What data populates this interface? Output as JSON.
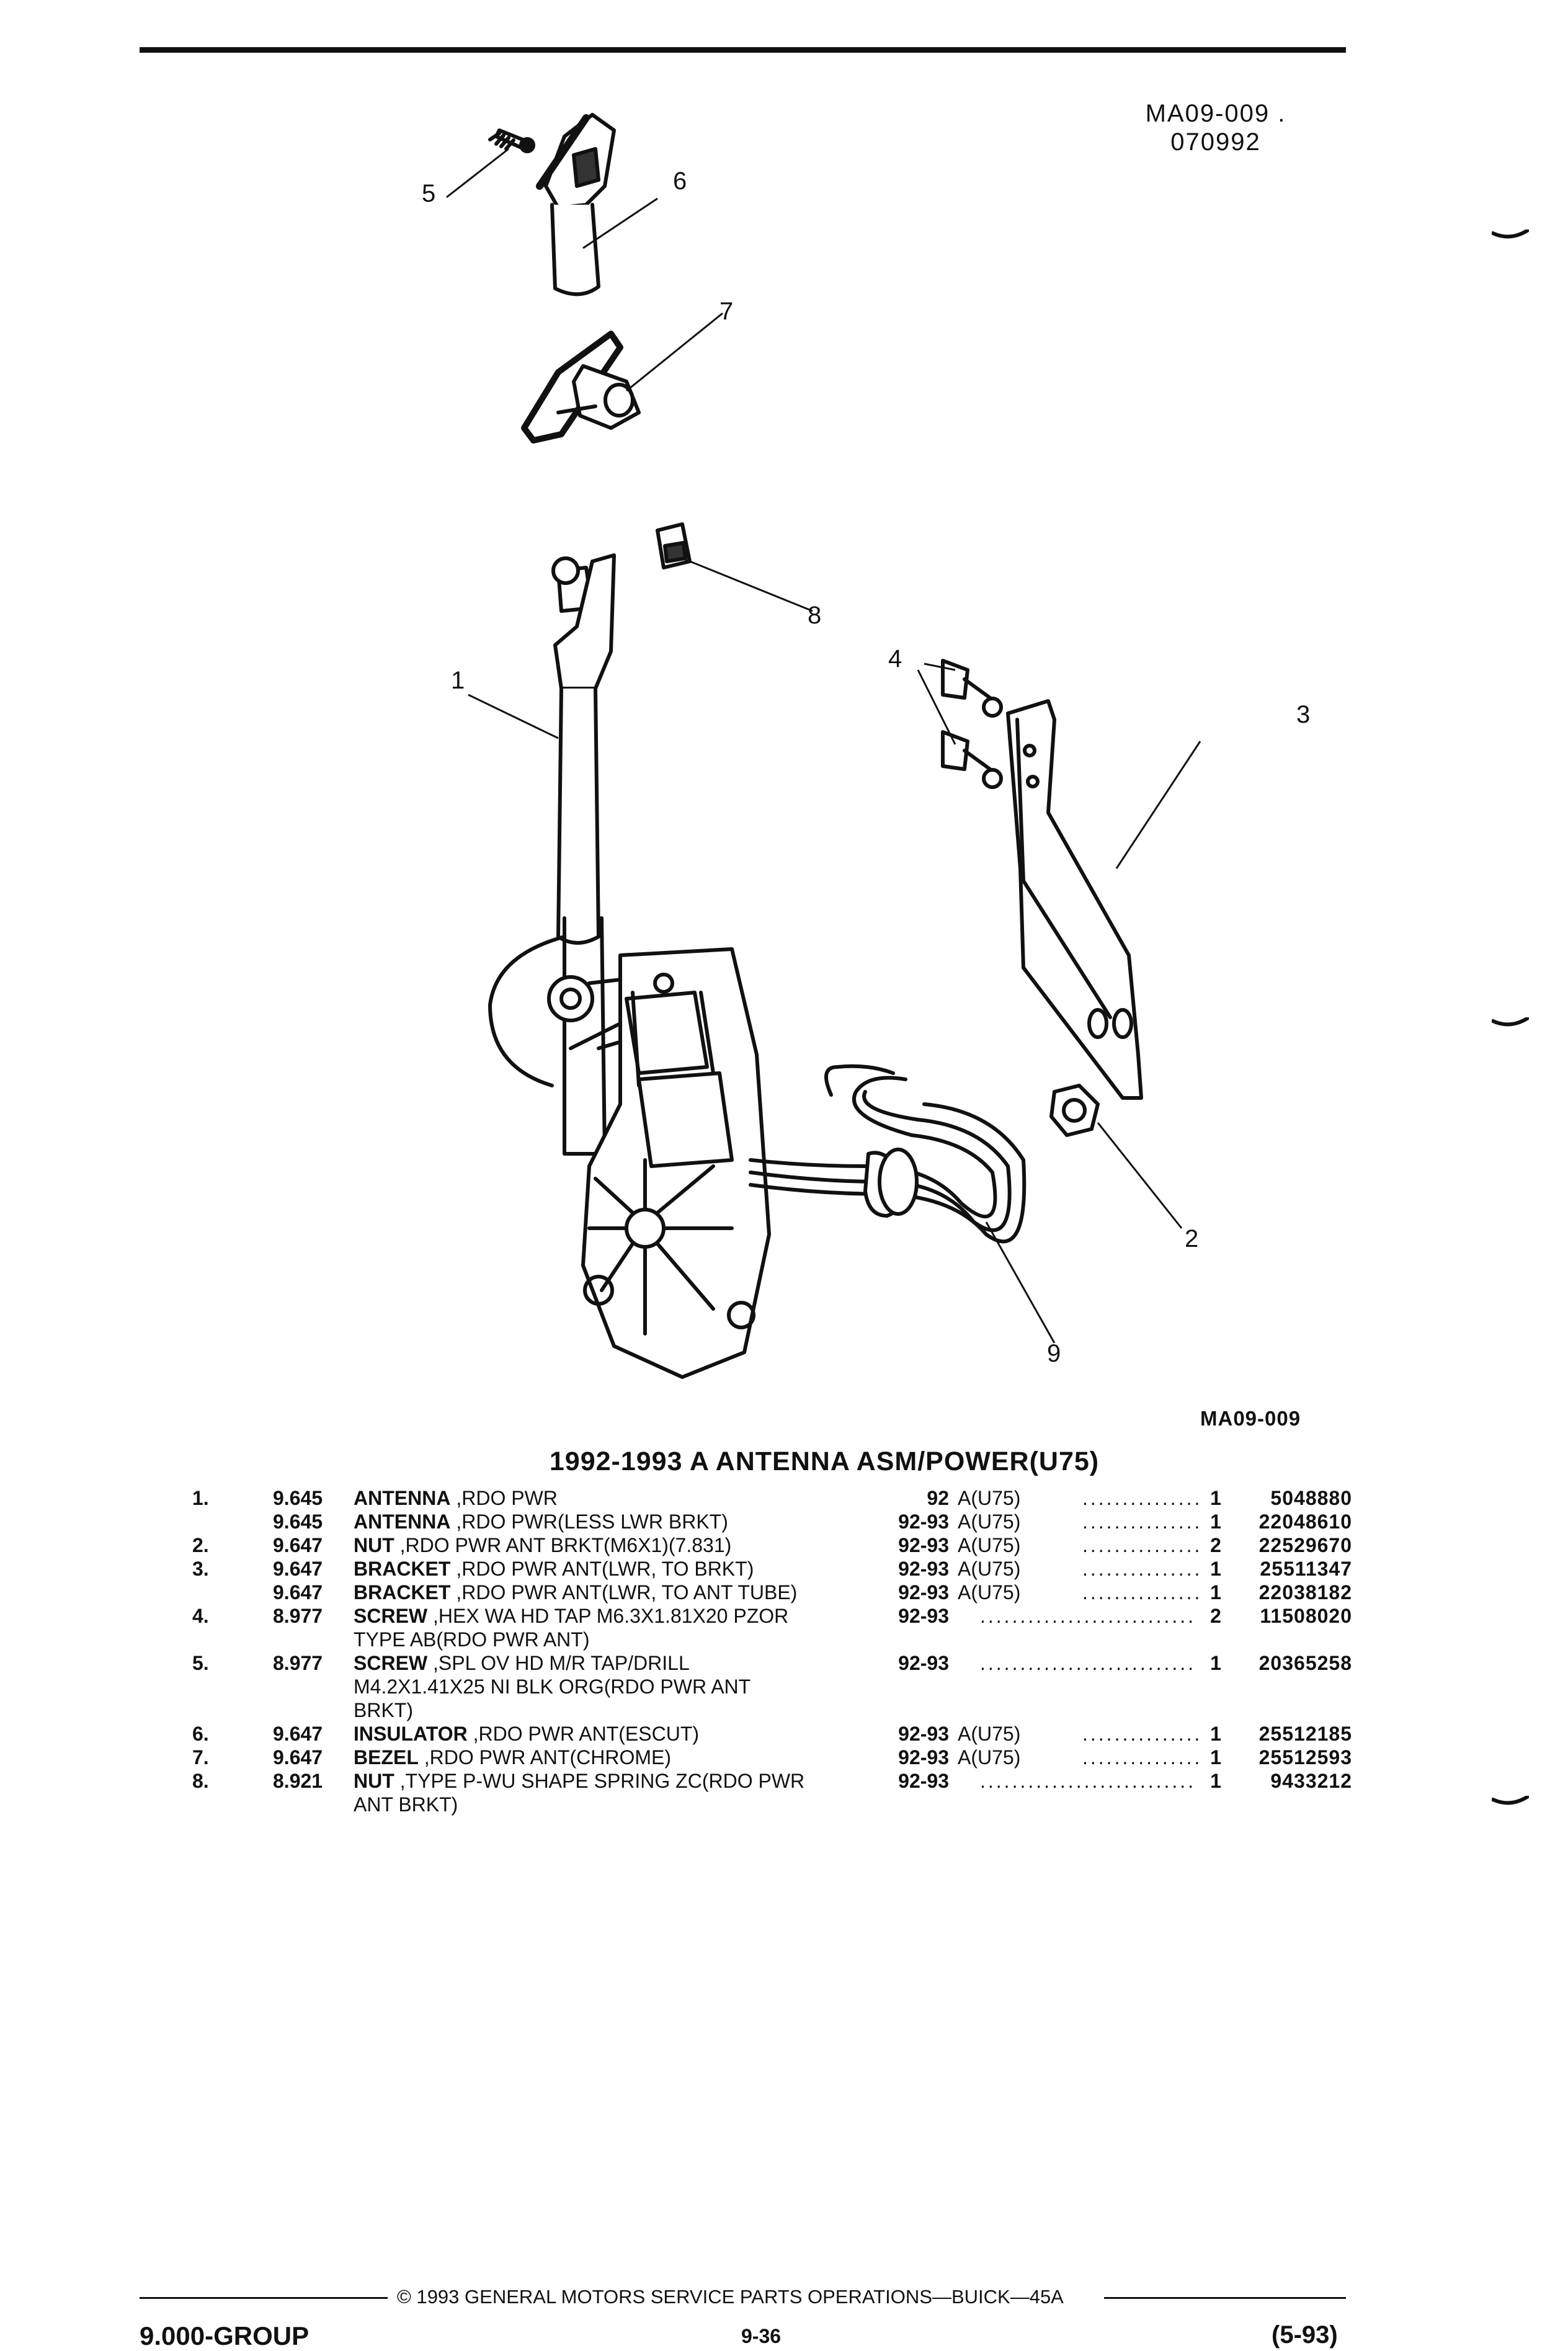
{
  "figure": {
    "code_top": "MA09-009 .",
    "date_code": "070992",
    "caption": "MA09-009",
    "callouts": [
      "1",
      "2",
      "3",
      "4",
      "5",
      "6",
      "7",
      "8",
      "9"
    ]
  },
  "section_title": "1992-1993 A ANTENNA ASM/POWER(U75)",
  "parts": [
    {
      "ref": "1.",
      "group": "9.645",
      "name": "ANTENNA",
      "desc": " ,RDO PWR",
      "desc2": "",
      "desc3": "",
      "years": "92",
      "code": "A(U75)",
      "qty": "1",
      "part_no": "5048880"
    },
    {
      "ref": "",
      "group": "9.645",
      "name": "ANTENNA",
      "desc": " ,RDO PWR(LESS LWR BRKT)",
      "desc2": "",
      "desc3": "",
      "years": "92-93",
      "code": "A(U75)",
      "qty": "1",
      "part_no": "22048610"
    },
    {
      "ref": "2.",
      "group": "9.647",
      "name": "NUT",
      "desc": " ,RDO PWR ANT BRKT(M6X1)(7.831)",
      "desc2": "",
      "desc3": "",
      "years": "92-93",
      "code": "A(U75)",
      "qty": "2",
      "part_no": "22529670"
    },
    {
      "ref": "3.",
      "group": "9.647",
      "name": "BRACKET",
      "desc": " ,RDO PWR ANT(LWR, TO BRKT)",
      "desc2": "",
      "desc3": "",
      "years": "92-93",
      "code": "A(U75)",
      "qty": "1",
      "part_no": "25511347"
    },
    {
      "ref": "",
      "group": "9.647",
      "name": "BRACKET",
      "desc": " ,RDO PWR ANT(LWR, TO ANT TUBE)",
      "desc2": "",
      "desc3": "",
      "years": "92-93",
      "code": "A(U75)",
      "qty": "1",
      "part_no": "22038182"
    },
    {
      "ref": "4.",
      "group": "8.977",
      "name": "SCREW",
      "desc": " ,HEX WA HD TAP M6.3X1.81X20 PZOR",
      "desc2": "TYPE AB(RDO PWR ANT)",
      "desc3": "",
      "years": "92-93",
      "code": "",
      "qty": "2",
      "part_no": "11508020"
    },
    {
      "ref": "5.",
      "group": "8.977",
      "name": "SCREW",
      "desc": " ,SPL OV HD M/R TAP/DRILL",
      "desc2": "M4.2X1.41X25 NI BLK ORG(RDO PWR ANT",
      "desc3": "BRKT)",
      "years": "92-93",
      "code": "",
      "qty": "1",
      "part_no": "20365258"
    },
    {
      "ref": "6.",
      "group": "9.647",
      "name": "INSULATOR",
      "desc": " ,RDO PWR ANT(ESCUT)",
      "desc2": "",
      "desc3": "",
      "years": "92-93",
      "code": "A(U75)",
      "qty": "1",
      "part_no": "25512185"
    },
    {
      "ref": "7.",
      "group": "9.647",
      "name": "BEZEL",
      "desc": " ,RDO PWR ANT(CHROME)",
      "desc2": "",
      "desc3": "",
      "years": "92-93",
      "code": "A(U75)",
      "qty": "1",
      "part_no": "25512593"
    },
    {
      "ref": "8.",
      "group": "8.921",
      "name": "NUT",
      "desc": " ,TYPE P-WU SHAPE SPRING ZC(RDO PWR",
      "desc2": "ANT BRKT)",
      "desc3": "",
      "years": "92-93",
      "code": "",
      "qty": "1",
      "part_no": "9433212"
    }
  ],
  "footer": {
    "copyright": "© 1993 GENERAL MOTORS SERVICE PARTS OPERATIONS—BUICK—45A",
    "group": "9.000-GROUP",
    "page": "9-36",
    "date": "(5-93)"
  }
}
